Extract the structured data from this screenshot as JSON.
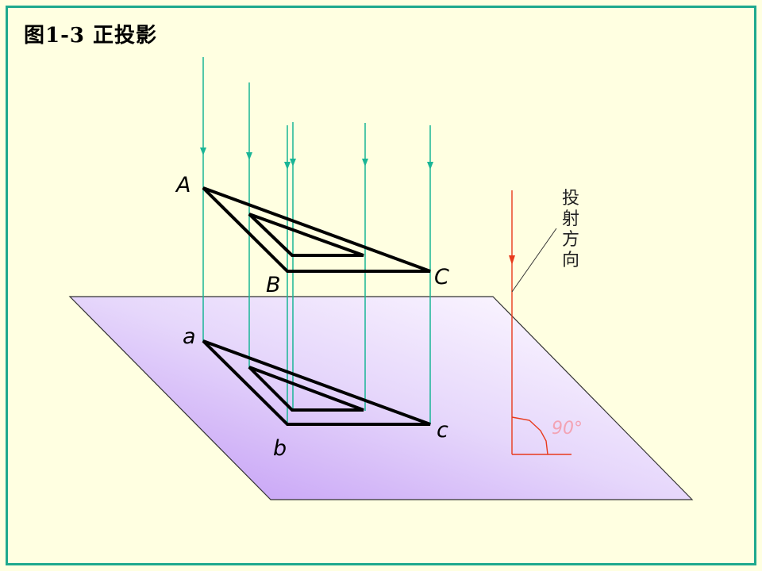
{
  "title": "图1-3  正投影",
  "labels": {
    "A": "A",
    "B": "B",
    "C": "C",
    "a": "a",
    "b": "b",
    "c": "c"
  },
  "direction_label": [
    "投",
    "射",
    "方",
    "向"
  ],
  "angle_label": "90°",
  "colors": {
    "border": "#1ea98e",
    "background": "#ffffe1",
    "projection_lines": "#19b596",
    "direction_arrow": "#e83a1c",
    "plane_fill_light": "#fbf6ff",
    "plane_fill_dark": "#c29af5",
    "angle_text": "#f3a3b4"
  }
}
